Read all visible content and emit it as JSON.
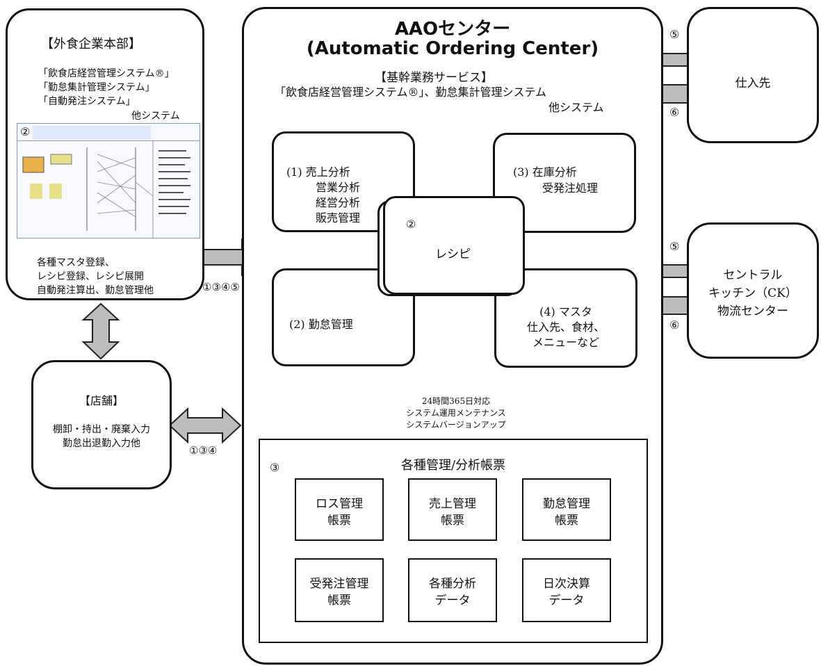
{
  "hq": {
    "title": "【外食企業本部】",
    "systems": [
      "「飲食店経営管理システム®」",
      "「勤怠集計管理システム」",
      "「自動発注システム」"
    ],
    "other": "他システム",
    "thumb_label": "②",
    "tasks": [
      "各種マスタ登録、",
      "レシピ登録、レシピ展開",
      "自動発注算出、勤怠管理他"
    ]
  },
  "store": {
    "title": "【店舗】",
    "tasks": [
      "棚卸・持出・廃棄入力",
      "勤怠出退勤入力他"
    ]
  },
  "center": {
    "title": "AAOセンター",
    "subtitle": "(Automatic Ordering Center)",
    "service_title": "【基幹業務サービス】",
    "service_line": "「飲食店経営管理システム®」、勤怠集計管理システム",
    "service_other": "他システム",
    "module1": [
      "(1) 売上分析",
      "営業分析",
      "経営分析",
      "販売管理"
    ],
    "module3": [
      "(3) 在庫分析",
      "受発注処理"
    ],
    "module2": "(2) 勤怠管理",
    "module4": [
      "(4) マスタ",
      "仕入先、食材、",
      "メニューなど"
    ],
    "recipe_num": "②",
    "recipe": "レシピ",
    "ops": [
      "24時間365日対応",
      "システム運用メンテナンス",
      "システムバージョンアップ"
    ],
    "reports_num": "③",
    "reports_title": "各種管理/分析帳票",
    "reports": [
      [
        "ロス管理",
        "帳票"
      ],
      [
        "売上管理",
        "帳票"
      ],
      [
        "勤怠管理",
        "帳票"
      ],
      [
        "受発注管理",
        "帳票"
      ],
      [
        "各種分析",
        "データ"
      ],
      [
        "日次決算",
        "データ"
      ]
    ]
  },
  "supplier": {
    "title": "仕入先",
    "out_num": "⑤",
    "in_num": "⑥"
  },
  "ck": {
    "lines": [
      "セントラル",
      "キッチン（CK）",
      "物流センター"
    ],
    "out_num": "⑤",
    "in_num": "⑥"
  },
  "links": {
    "hq_center": "①③④⑤",
    "store_center": "①③④"
  }
}
